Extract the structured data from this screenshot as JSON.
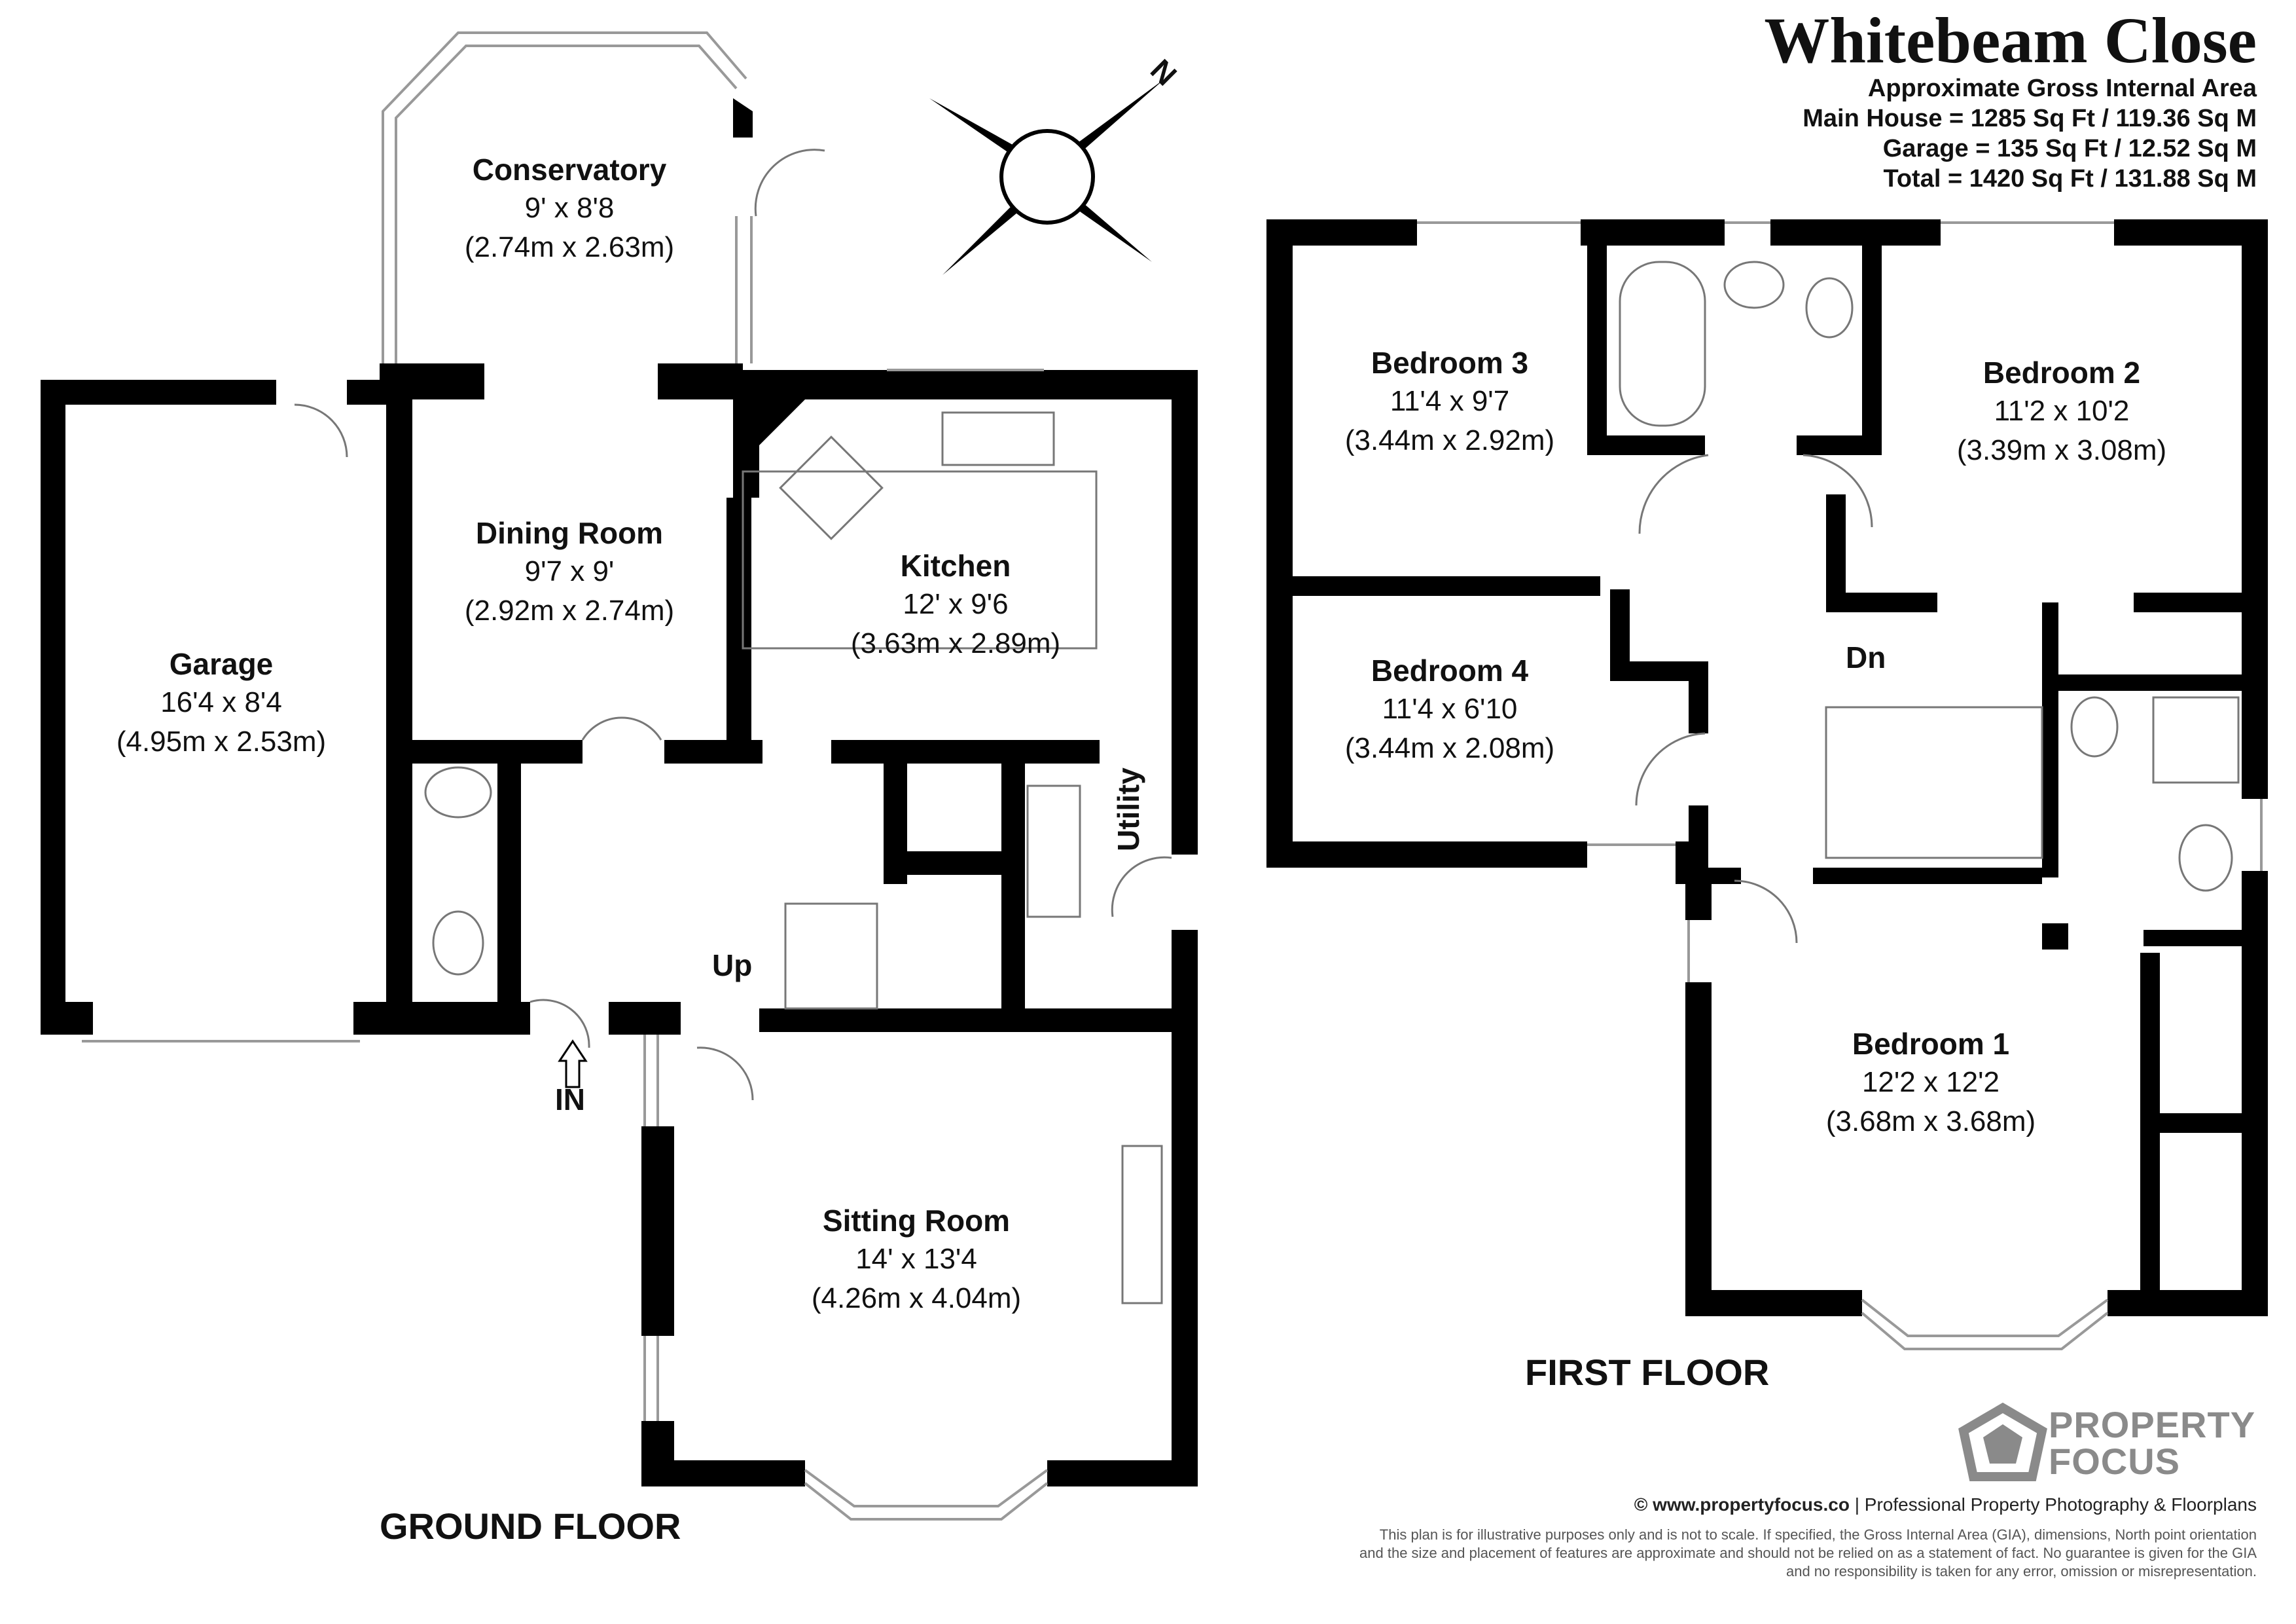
{
  "title": "Whitebeam Close",
  "area": {
    "heading": "Approximate Gross Internal Area",
    "main_house": "Main House = 1285 Sq Ft / 119.36 Sq M",
    "garage": "Garage = 135 Sq Ft / 12.52 Sq M",
    "total": "Total = 1420 Sq Ft / 131.88 Sq M"
  },
  "floors": {
    "ground": "GROUND FLOOR",
    "first": "FIRST FLOOR"
  },
  "compass": {
    "north": "N"
  },
  "rooms": {
    "conservatory": {
      "name": "Conservatory",
      "imperial": "9' x 8'8",
      "metric": "(2.74m x 2.63m)"
    },
    "dining": {
      "name": "Dining Room",
      "imperial": "9'7 x 9'",
      "metric": "(2.92m x 2.74m)"
    },
    "kitchen": {
      "name": "Kitchen",
      "imperial": "12' x 9'6",
      "metric": "(3.63m x 2.89m)"
    },
    "garage": {
      "name": "Garage",
      "imperial": "16'4 x 8'4",
      "metric": "(4.95m x 2.53m)"
    },
    "sitting": {
      "name": "Sitting Room",
      "imperial": "14' x 13'4",
      "metric": "(4.26m x 4.04m)"
    },
    "utility": {
      "name": "Utility"
    },
    "bedroom3": {
      "name": "Bedroom 3",
      "imperial": "11'4 x 9'7",
      "metric": "(3.44m x 2.92m)"
    },
    "bedroom2": {
      "name": "Bedroom 2",
      "imperial": "11'2 x 10'2",
      "metric": "(3.39m x 3.08m)"
    },
    "bedroom4": {
      "name": "Bedroom 4",
      "imperial": "11'4 x 6'10",
      "metric": "(3.44m x 2.08m)"
    },
    "bedroom1": {
      "name": "Bedroom 1",
      "imperial": "12'2 x 12'2",
      "metric": "(3.68m x 3.68m)"
    }
  },
  "labels": {
    "up": "Up",
    "down": "Dn",
    "entrance": "IN"
  },
  "brand": {
    "line1": "PROPERTY",
    "line2": "FOCUS"
  },
  "footer": {
    "website": "© www.propertyfocus.co",
    "tagline": " | Professional Property Photography & Floorplans",
    "disclaimer": "This plan is for illustrative purposes only and is not to scale. If specified, the Gross Internal Area (GIA), dimensions, North point orientation and the size and placement of features are approximate and should not be relied on as a statement of fact. No guarantee is given for the GIA and no responsibility is taken for any error, omission or misrepresentation."
  },
  "colors": {
    "wall": "#000000",
    "window": "#999999",
    "logo": "#8a8a8a"
  }
}
